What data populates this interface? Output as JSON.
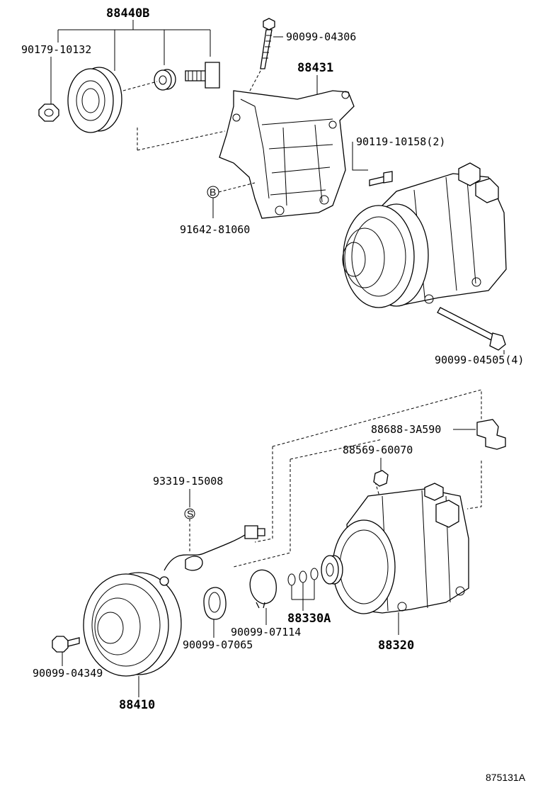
{
  "parts": {
    "p88440B": "88440B",
    "p90179_10132": "90179-10132",
    "p90099_04306": "90099-04306",
    "p88431": "88431",
    "p90119_10158": "90119-10158(2)",
    "p91642_81060": "91642-81060",
    "p90099_04505": "90099-04505(4)",
    "p88688_3A590": "88688-3A590",
    "p88569_60070": "88569-60070",
    "p93319_15008": "93319-15008",
    "p90099_07114": "90099-07114",
    "p88330A": "88330A",
    "p90099_07065": "90099-07065",
    "p88320": "88320",
    "p90099_04349": "90099-04349",
    "p88410": "88410"
  },
  "markers": {
    "bolt_mark": "B",
    "s_mark": "S"
  },
  "reference": "875131A"
}
